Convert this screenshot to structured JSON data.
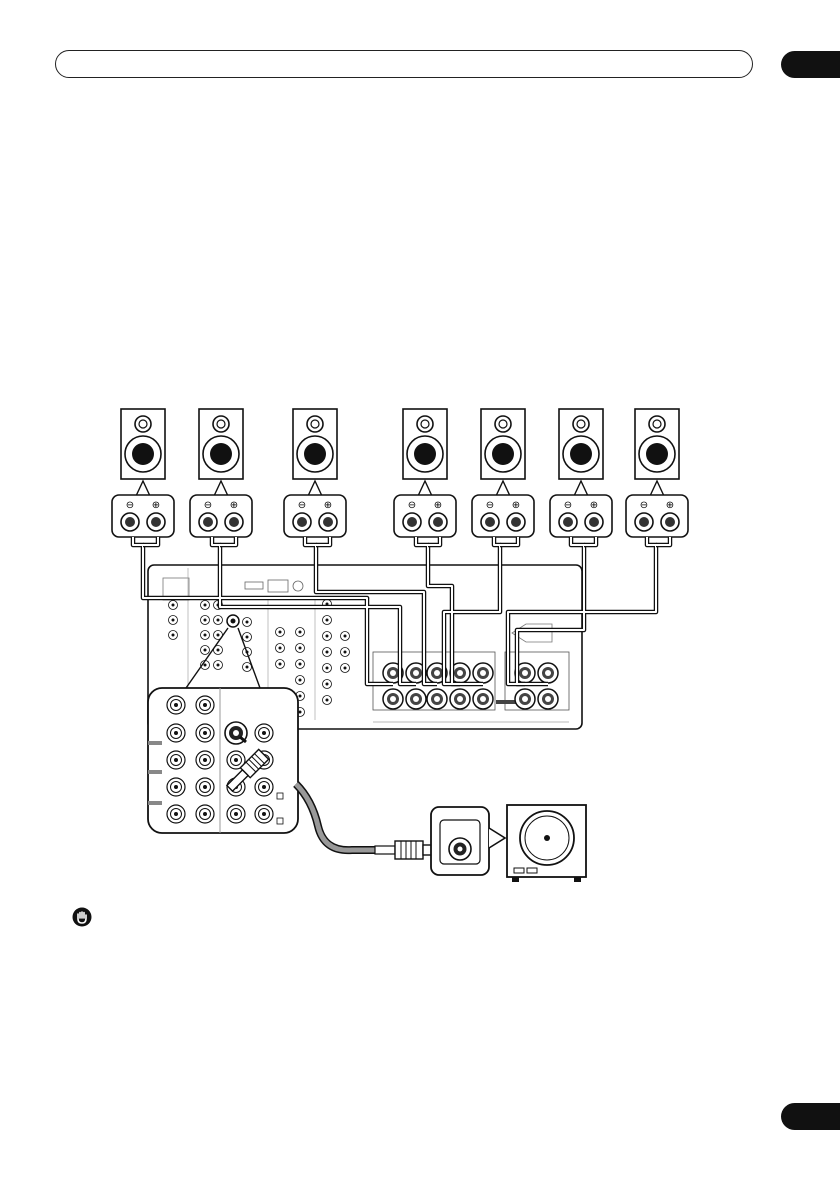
{
  "header": {
    "title": "",
    "chapter_tab": ""
  },
  "footer": {
    "page_number": ""
  },
  "diagram": {
    "speakers": [
      {
        "name": "speaker-1"
      },
      {
        "name": "speaker-2"
      },
      {
        "name": "speaker-3"
      },
      {
        "name": "speaker-4"
      },
      {
        "name": "speaker-5"
      },
      {
        "name": "speaker-6"
      },
      {
        "name": "speaker-7"
      }
    ],
    "terminal_symbols": {
      "negative": "⊖",
      "positive": "⊕"
    },
    "caution_icon": "hand-stop-icon"
  }
}
